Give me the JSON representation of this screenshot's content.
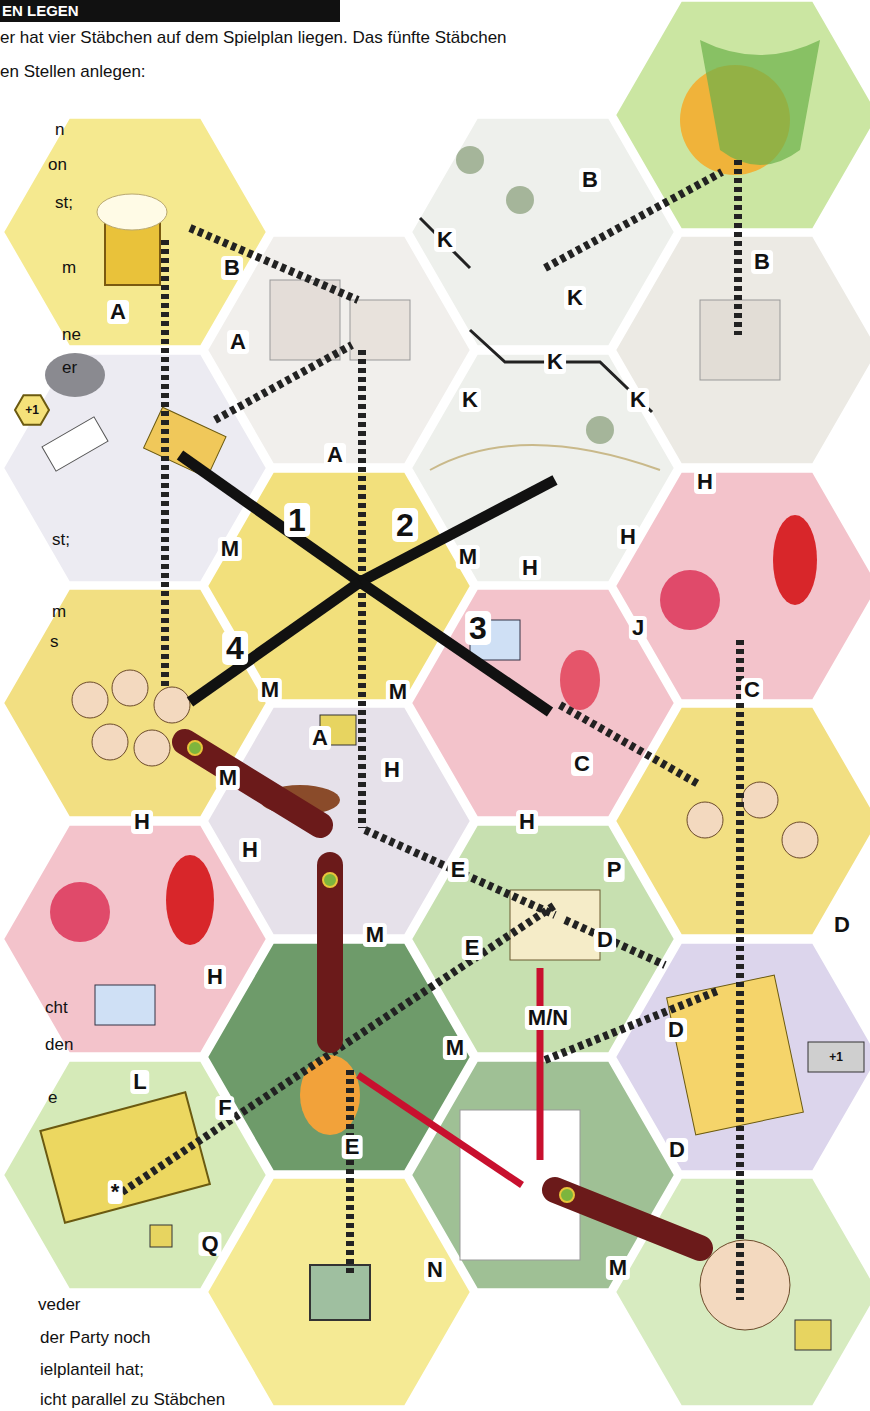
{
  "diagram": {
    "title": "EN LEGEN",
    "labels": [
      "er hat vier Stäbchen auf dem Spielplan liegen. Das fünfte Stäbchen",
      "en Stellen anlegen:",
      "n",
      "on",
      "st;",
      "m",
      "ne",
      "er",
      "st;",
      "m",
      "s",
      "cht",
      "den",
      "e",
      "veder",
      "der Party noch",
      "ielplanteil hat;",
      "icht parallel zu Stäbchen",
      "B",
      "A",
      "A",
      "K",
      "B",
      "B",
      "K",
      "K",
      "K",
      "K",
      "A",
      "1",
      "2",
      "H",
      "H",
      "M",
      "M",
      "H",
      "3",
      "J",
      "4",
      "M",
      "M",
      "C",
      "A",
      "H",
      "C",
      "M",
      "H",
      "H",
      "H",
      "E",
      "P",
      "D",
      "D",
      "M",
      "E",
      "H",
      "M/N",
      "D",
      "M",
      "L",
      "F",
      "E",
      "D",
      "*",
      "Q",
      "N",
      "M",
      "+1",
      "+1"
    ]
  }
}
